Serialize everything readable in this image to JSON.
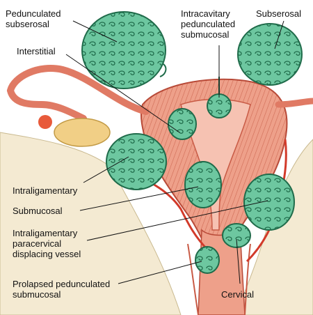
{
  "labels": {
    "pedunculated_subserosal": "Pedunculated\nsubserosal",
    "intracavitary": "Intracavitary\npedunculated\nsubmucosal",
    "subserosal": "Subserosal",
    "interstitial": "Interstitial",
    "intraligamentary": "Intraligamentary",
    "submucosal": "Submucosal",
    "intraligamentary_paracervical": "Intraligamentary\nparacervical\ndisplacing vessel",
    "prolapsed": "Prolapsed pedunculated\nsubmucosal",
    "cervical": "Cervical"
  },
  "colors": {
    "fibroid_fill": "#6dc7a0",
    "fibroid_stroke": "#1f6b4a",
    "muscle": "#e9967a",
    "muscle_dark": "#c85a45",
    "cavity": "#f6c2b2",
    "ligament": "#f4ead2",
    "ovary": "#f1cf86",
    "vessel": "#d23a2a"
  }
}
